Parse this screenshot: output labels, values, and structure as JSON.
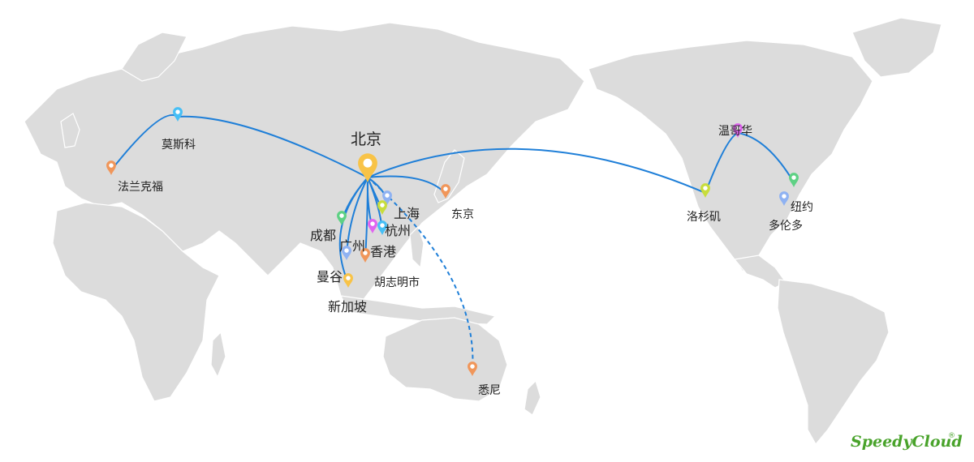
{
  "hub": {
    "name": "北京",
    "color": "#f8c347"
  },
  "cities": [
    {
      "id": "moscow",
      "name": "莫斯科",
      "color": "#47bff5",
      "route": "solid"
    },
    {
      "id": "frankfurt",
      "name": "法兰克福",
      "color": "#f0965a",
      "route": "solid"
    },
    {
      "id": "tokyo",
      "name": "东京",
      "color": "#f0965a",
      "route": "solid"
    },
    {
      "id": "shanghai",
      "name": "上海",
      "color": "#8fb2f2",
      "route": "solid"
    },
    {
      "id": "hangzhou",
      "name": "杭州",
      "color": "#c8dd3c",
      "route": "solid"
    },
    {
      "id": "chengdu",
      "name": "成都",
      "color": "#5ed184",
      "route": "solid"
    },
    {
      "id": "guangzhou",
      "name": "广州",
      "color": "#e064f0",
      "route": "solid"
    },
    {
      "id": "hongkong",
      "name": "香港",
      "color": "#47bff5",
      "route": "solid"
    },
    {
      "id": "bangkok",
      "name": "曼谷",
      "color": "#8fb2f2",
      "route": "solid"
    },
    {
      "id": "hochiminh",
      "name": "胡志明市",
      "color": "#f0965a",
      "route": "solid"
    },
    {
      "id": "singapore",
      "name": "新加坡",
      "color": "#f8c347",
      "route": "solid"
    },
    {
      "id": "sydney",
      "name": "悉尼",
      "color": "#f0965a",
      "route": "dashed"
    },
    {
      "id": "losangeles",
      "name": "洛杉矶",
      "color": "#c8dd3c",
      "route": "solid"
    },
    {
      "id": "vancouver",
      "name": "温哥华",
      "color": "#e064f0",
      "route": "relay"
    },
    {
      "id": "newyork",
      "name": "纽约",
      "color": "#5ed184",
      "route": "relay"
    },
    {
      "id": "toronto",
      "name": "多伦多",
      "color": "#8fb2f2",
      "route": "none"
    }
  ],
  "brand": {
    "name": "SpeedyCloud",
    "registered": "®",
    "color": "#49a32b"
  },
  "colors": {
    "route": "#1f7fd8",
    "land": "#dcdcdc",
    "background": "#ffffff"
  }
}
